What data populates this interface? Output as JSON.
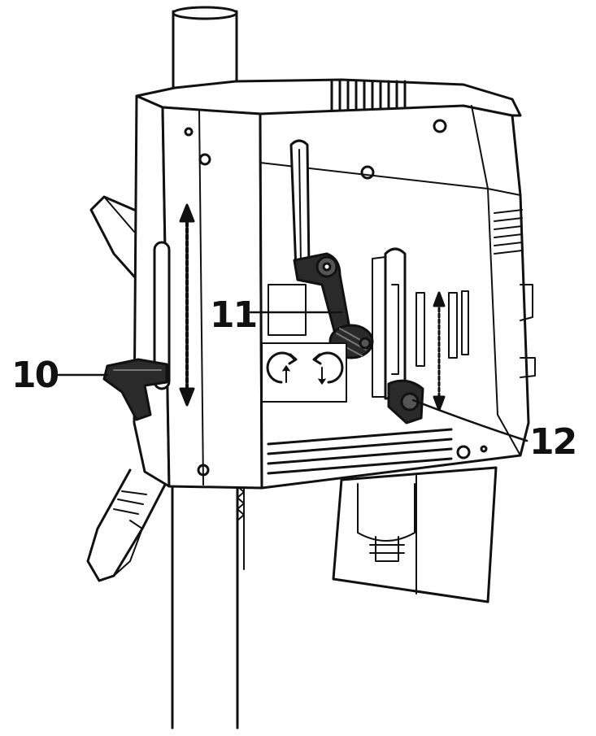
{
  "callouts": [
    {
      "id": "10",
      "label": "10",
      "part": "depth-lock-lever"
    },
    {
      "id": "11",
      "label": "11",
      "part": "feed-crank-handle"
    },
    {
      "id": "12",
      "label": "12",
      "part": "tilt-lock-knob"
    }
  ],
  "colors": {
    "line": "#111111",
    "fill": "#ffffff",
    "part_dark": "#2a2a2a",
    "part_mid": "#555555"
  },
  "icons": [
    "rotate-direction-icon",
    "up-down-arrow-icon"
  ]
}
